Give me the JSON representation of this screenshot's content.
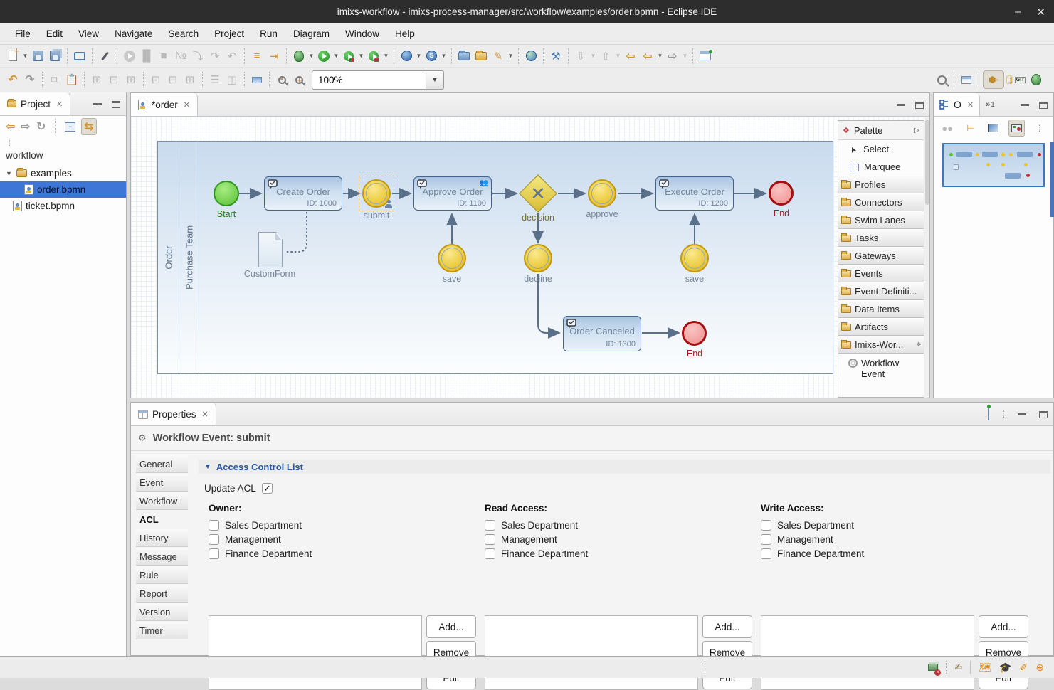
{
  "window": {
    "title": "imixs-workflow - imixs-process-manager/src/workflow/examples/order.bpmn - Eclipse IDE",
    "minimize": "–",
    "close": "✕"
  },
  "menu": {
    "items": [
      "File",
      "Edit",
      "View",
      "Navigate",
      "Search",
      "Project",
      "Run",
      "Diagram",
      "Window",
      "Help"
    ]
  },
  "toolbar": {
    "zoom_value": "100%"
  },
  "project": {
    "tab": "Project",
    "root": "workflow",
    "tree": [
      {
        "label": "examples"
      },
      {
        "label": "order.bpmn"
      },
      {
        "label": "ticket.bpmn"
      }
    ]
  },
  "editor": {
    "tab": "*order"
  },
  "diagram": {
    "pool": "Order",
    "lane": "Purchase Team",
    "start": {
      "label": "Start"
    },
    "tasks": [
      {
        "name": "Create Order",
        "id": "ID: 1000"
      },
      {
        "name": "Approve Order",
        "id": "ID: 1100"
      },
      {
        "name": "Execute Order",
        "id": "ID: 1200"
      },
      {
        "name": "Order Canceled",
        "id": "ID: 1300"
      }
    ],
    "events": [
      {
        "label": "submit"
      },
      {
        "label": "approve"
      },
      {
        "label": "save"
      },
      {
        "label": "decline"
      },
      {
        "label": "save"
      }
    ],
    "gateway": {
      "label": "decision"
    },
    "ends": [
      {
        "label": "End"
      },
      {
        "label": "End"
      }
    ],
    "dataobject": {
      "label": "CustomForm"
    }
  },
  "palette": {
    "title": "Palette",
    "tools": [
      "Select",
      "Marquee"
    ],
    "drawers": [
      "Profiles",
      "Connectors",
      "Swim Lanes",
      "Tasks",
      "Gateways",
      "Events",
      "Event Definiti...",
      "Data Items",
      "Artifacts",
      "Imixs-Wor..."
    ],
    "item": "Workflow Event"
  },
  "outline": {
    "tab": "O",
    "more_count": "1"
  },
  "properties": {
    "tab": "Properties",
    "header": "Workflow Event: submit",
    "tabs": [
      "General",
      "Event",
      "Workflow",
      "ACL",
      "History",
      "Message",
      "Rule",
      "Report",
      "Version",
      "Timer"
    ],
    "acl": {
      "section": "Access Control List",
      "update_label": "Update ACL",
      "columns": [
        {
          "title": "Owner:",
          "options": [
            "Sales Department",
            "Management",
            "Finance Department"
          ]
        },
        {
          "title": "Read Access:",
          "options": [
            "Sales Department",
            "Management",
            "Finance Department"
          ]
        },
        {
          "title": "Write Access:",
          "options": [
            "Sales Department",
            "Management",
            "Finance Department"
          ]
        }
      ],
      "buttons": [
        "Add...",
        "Remove",
        "Edit"
      ]
    }
  }
}
